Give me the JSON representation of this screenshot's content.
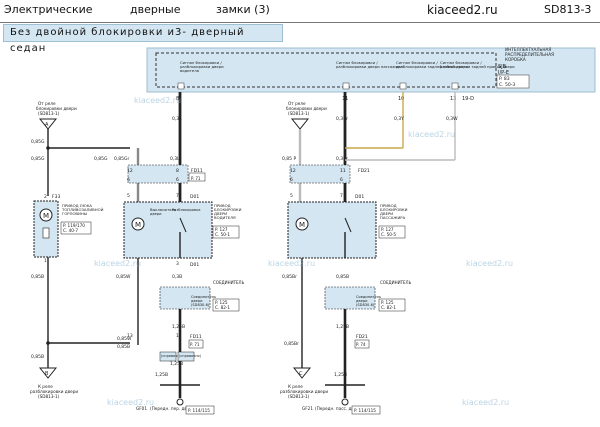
{
  "header": {
    "title_words": [
      "Электрические",
      "дверные",
      "замки (3)"
    ],
    "site": "kiaceed2.ru",
    "code": "SD813-3"
  },
  "subtitle": "Без двойной блокировки  и3- дверный  седан",
  "watermarks": [
    "kiaceed2.ru",
    "kiaceed2.ru",
    "kiaceed2.ru",
    "kiaceed2.ru",
    "kiaceed2.ru",
    "kiaceed2.ru",
    "kiaceed2.ru"
  ],
  "top_box": {
    "name_lines": [
      "ИНТЕЛЛЕКТУАЛЬНАЯ",
      "РАСПРЕДЕЛИТЕЛЬНАЯ",
      "КОРОБКА"
    ],
    "code": "SJB",
    "pin_id": "I/P-E",
    "ref1": "P. 83",
    "ref2": "C. 50-3",
    "signals": [
      [
        "Сигнал блокировки /",
        "разблокировки двери",
        "водителя"
      ],
      [
        "Сигнал блокировки /",
        "разблокировки двери пассажира"
      ],
      [
        "Сигнал блокировки /",
        "разблокировки задней левой двери"
      ],
      [
        "Сигнал блокировки /",
        "разблокировки задней правой двери"
      ]
    ],
    "pins": [
      "8",
      "11",
      "10",
      "13",
      "19-D"
    ]
  },
  "left": {
    "from_label": [
      "От реле",
      "блокировки двери",
      "(SD813-1)"
    ],
    "flag_a": "A",
    "flag_b": "B",
    "to_label": [
      "К реле",
      "разблокировки двери",
      "(SD813-1)"
    ],
    "wire_main": "0,85B",
    "wires": [
      "0,85G",
      "0,85G",
      "0,85G",
      "0,85W",
      "0,85B",
      "0,85B"
    ],
    "connector": "F33",
    "motor_title": [
      "ПРИВОД ЛЮКА",
      "ТОПЛИВОЗАЛИВНОЙ",
      "ГОРЛОВИНЫ"
    ],
    "motor_ref": [
      "P. 119/170",
      "C. 40-7"
    ],
    "pin_numbers": [
      "2",
      "1"
    ]
  },
  "mid1": {
    "wires": [
      "0,3L",
      "0,85Gr",
      "0,85W",
      "0,3B",
      "1,25B",
      "1,25B",
      "0,85W"
    ],
    "conn_fd": "FD11",
    "conn_d": "D01",
    "pins_left": [
      "12",
      "6",
      "5",
      "3",
      "13"
    ],
    "pins_right": [
      "8",
      "6",
      "7",
      "3",
      "1"
    ],
    "actuator_title": [
      "ПРИВОД",
      "БЛОКИРОВКИ",
      "ДВЕРИ",
      "ВОДИТЕЛЯ"
    ],
    "actuator_ref": [
      "P. 127",
      "C. 50-1"
    ],
    "switch_label": [
      "Выключатель",
      "двери"
    ],
    "motor_label": "Разблокировка",
    "conn_bottom": "FD11",
    "ref_bottom": "P. 71",
    "joint_title": "СОЕДИНИТЕЛЬ",
    "joint_label": [
      "Соединитель",
      "двери",
      "(SD830-6)"
    ],
    "joint_ref": [
      "P. 125",
      "C. 82-1"
    ],
    "ground_label": [
      "GF01",
      "(Передн. пер. дверь)"
    ],
    "ground_ref": "P. 114/115",
    "bottom_note": [
      "(справочно)",
      "(справочно)"
    ]
  },
  "right": {
    "from_label": [
      "От реле",
      "блокировки двери",
      "(SD813-1)"
    ],
    "flag": "C",
    "to_label": [
      "К реле",
      "разблокировки двери",
      "(SD813-1)"
    ],
    "wires": [
      "0,3Br",
      "0,85 P",
      "0,3Br",
      "0,85Br",
      "0,85B",
      "1,25B",
      "1,25B"
    ],
    "conn_fd": "FD21",
    "conn_d": "D01",
    "pins_left": [
      "12",
      "6",
      "5",
      "3",
      "13"
    ],
    "pins_right": [
      "11",
      "6",
      "7",
      "3",
      "1"
    ],
    "actuator_title": [
      "ПРИВОД",
      "БЛОКИРОВКИ",
      "ДВЕРИ",
      "ПАССАЖИРА"
    ],
    "actuator_ref": [
      "P. 127",
      "C. 50-5"
    ],
    "joint_title": "СОЕДИНИТЕЛЬ",
    "joint_label": [
      "Соединитель",
      "двери",
      "(SD830-6)"
    ],
    "joint_ref": [
      "P. 125",
      "C. 82-1"
    ],
    "conn_bottom": "FD21",
    "ref_bottom": "P. 74",
    "ground_label": [
      "GF21",
      "(Передн. пасс. дверь)"
    ],
    "ground_ref": "P. 114/115"
  },
  "far_right": {
    "wires": [
      "0,3Y",
      "0,3W"
    ],
    "pins": [
      "10",
      "13",
      "19-D"
    ]
  }
}
